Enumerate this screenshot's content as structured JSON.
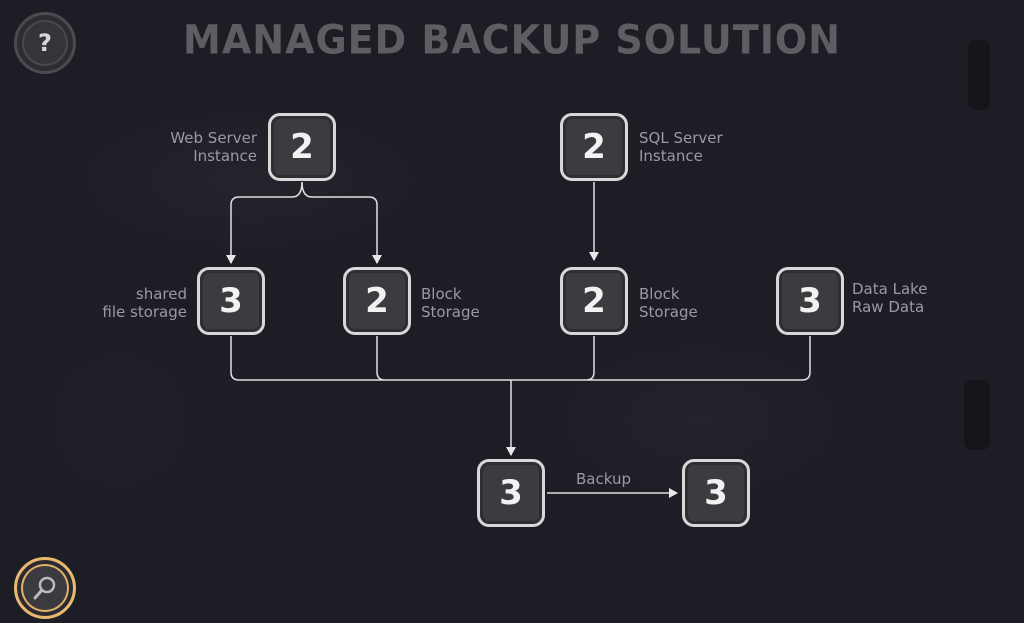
{
  "title": "MANAGED BACKUP SOLUTION",
  "help_button": {
    "icon": "question-icon",
    "label": "?"
  },
  "zoom_button": {
    "icon": "magnifier-icon"
  },
  "nodes": {
    "web_server": {
      "value": "2",
      "label_line1": "Web Server",
      "label_line2": "Instance"
    },
    "sql_server": {
      "value": "2",
      "label_line1": "SQL Server",
      "label_line2": "Instance"
    },
    "shared_storage": {
      "value": "3",
      "label_line1": "shared",
      "label_line2": "file storage"
    },
    "block_storage_web": {
      "value": "2",
      "label_line1": "Block",
      "label_line2": "Storage"
    },
    "block_storage_sql": {
      "value": "2",
      "label_line1": "Block",
      "label_line2": "Storage"
    },
    "data_lake": {
      "value": "3",
      "label_line1": "Data Lake",
      "label_line2": "Raw Data"
    },
    "backup_source": {
      "value": "3"
    },
    "backup_target": {
      "value": "3"
    }
  },
  "edges": {
    "backup_label": "Backup"
  }
}
